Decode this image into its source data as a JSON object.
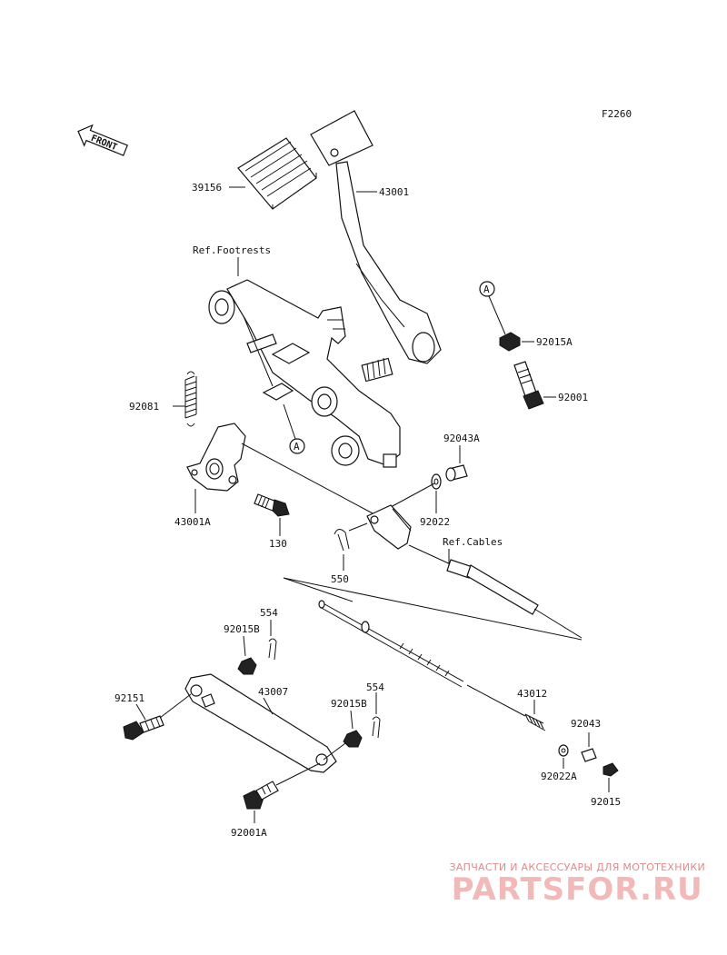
{
  "figure_code": "F2260",
  "front_marker": "FRONT",
  "callout_letter": "A",
  "labels": {
    "p39156": "39156",
    "p43001": "43001",
    "ref_footrests": "Ref.Footrests",
    "p92015A": "92015A",
    "p92001": "92001",
    "p92081": "92081",
    "p92043A": "92043A",
    "p43001A": "43001A",
    "p130": "130",
    "p92022": "92022",
    "ref_cables": "Ref.Cables",
    "p550": "550",
    "p554a": "554",
    "p92015B_a": "92015B",
    "p92151": "92151",
    "p43007": "43007",
    "p554b": "554",
    "p92015B_b": "92015B",
    "p43012": "43012",
    "p92043": "92043",
    "p92022A": "92022A",
    "p92015": "92015",
    "p92001A": "92001A"
  },
  "watermark": {
    "tagline": "ЗАПЧАСТИ И АКСЕССУАРЫ ДЛЯ МОТОТЕХНИКИ",
    "brand": "PARTSFOR.RU"
  }
}
